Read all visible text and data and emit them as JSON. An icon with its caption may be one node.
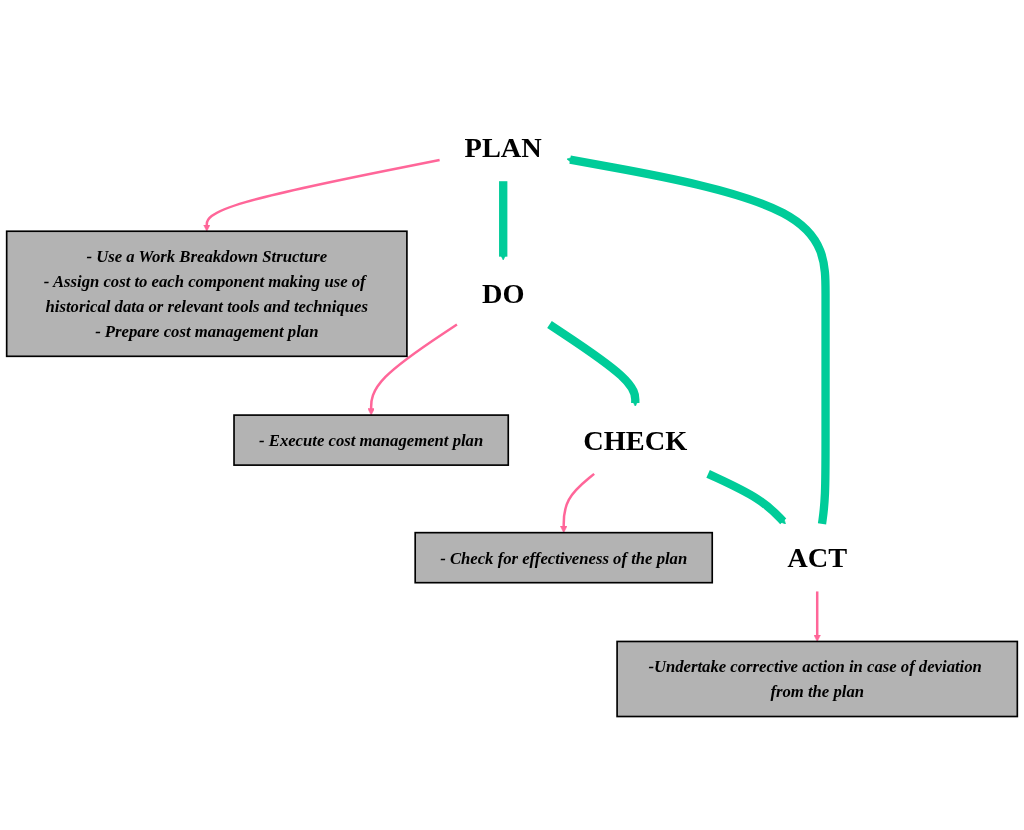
{
  "diagram": {
    "nodes": [
      {
        "text": [
          "PLAN"
        ]
      },
      {
        "text": [
          "- Use a Work Breakdown Structure",
          "- Assign cost to each component making use of historical data or relevant tools and techniques",
          "- Prepare cost management plan"
        ]
      },
      {
        "text": [
          "ACT"
        ]
      },
      {
        "text": [
          "-Undertake corrective action in case of deviation from the plan"
        ]
      },
      {
        "text": [
          "- Execute cost management plan"
        ]
      },
      {
        "text": [
          "DO"
        ]
      },
      {
        "text": [
          "- Check for effectiveness of the plan"
        ]
      },
      {
        "text": [
          "CHECK"
        ]
      }
    ],
    "edges": [
      {
        "from": 0,
        "to": 1,
        "arrow": "to",
        "color": "#ff6699"
      },
      {
        "from": 2,
        "to": 3,
        "arrow": "to",
        "color": "#ff6699"
      },
      {
        "from": 5,
        "to": 4,
        "arrow": "to",
        "color": "#ff6699"
      },
      {
        "from": 7,
        "to": 6,
        "arrow": "to",
        "color": "#ff6699"
      },
      {
        "from": 2,
        "to": 0,
        "arrow": "to",
        "style": "thick",
        "color": "#00cc99"
      },
      {
        "from": 0,
        "to": 5,
        "arrow": "to",
        "style": "thick",
        "color": "#00cc99"
      },
      {
        "from": 5,
        "to": 7,
        "arrow": "to",
        "style": "thick",
        "color": "#00cc99"
      },
      {
        "from": 7,
        "to": 2,
        "arrow": "to",
        "style": "thick",
        "color": "#00cc99"
      }
    ]
  }
}
